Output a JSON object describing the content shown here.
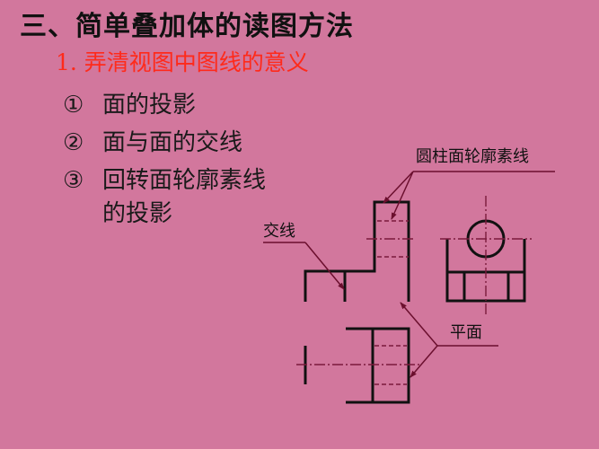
{
  "slide": {
    "title": "三、简单叠加体的读图方法",
    "subtitle": "1. 弄清视图中图线的意义",
    "items": [
      {
        "num": "①",
        "text": "面的投影"
      },
      {
        "num": "②",
        "text": "面与面的交线"
      },
      {
        "num": "③",
        "text": "回转面轮廓素线",
        "text_cont": "的投影"
      }
    ]
  },
  "drawing": {
    "labels": {
      "intersection_line": "交线",
      "cylinder_contour": "圆柱面轮廓素线",
      "plane": "平面"
    },
    "colors": {
      "background": "#d2779d",
      "line": "#111111",
      "leader": "#6b0f2e",
      "title": "#111111",
      "subtitle": "#ff2a1a"
    }
  }
}
